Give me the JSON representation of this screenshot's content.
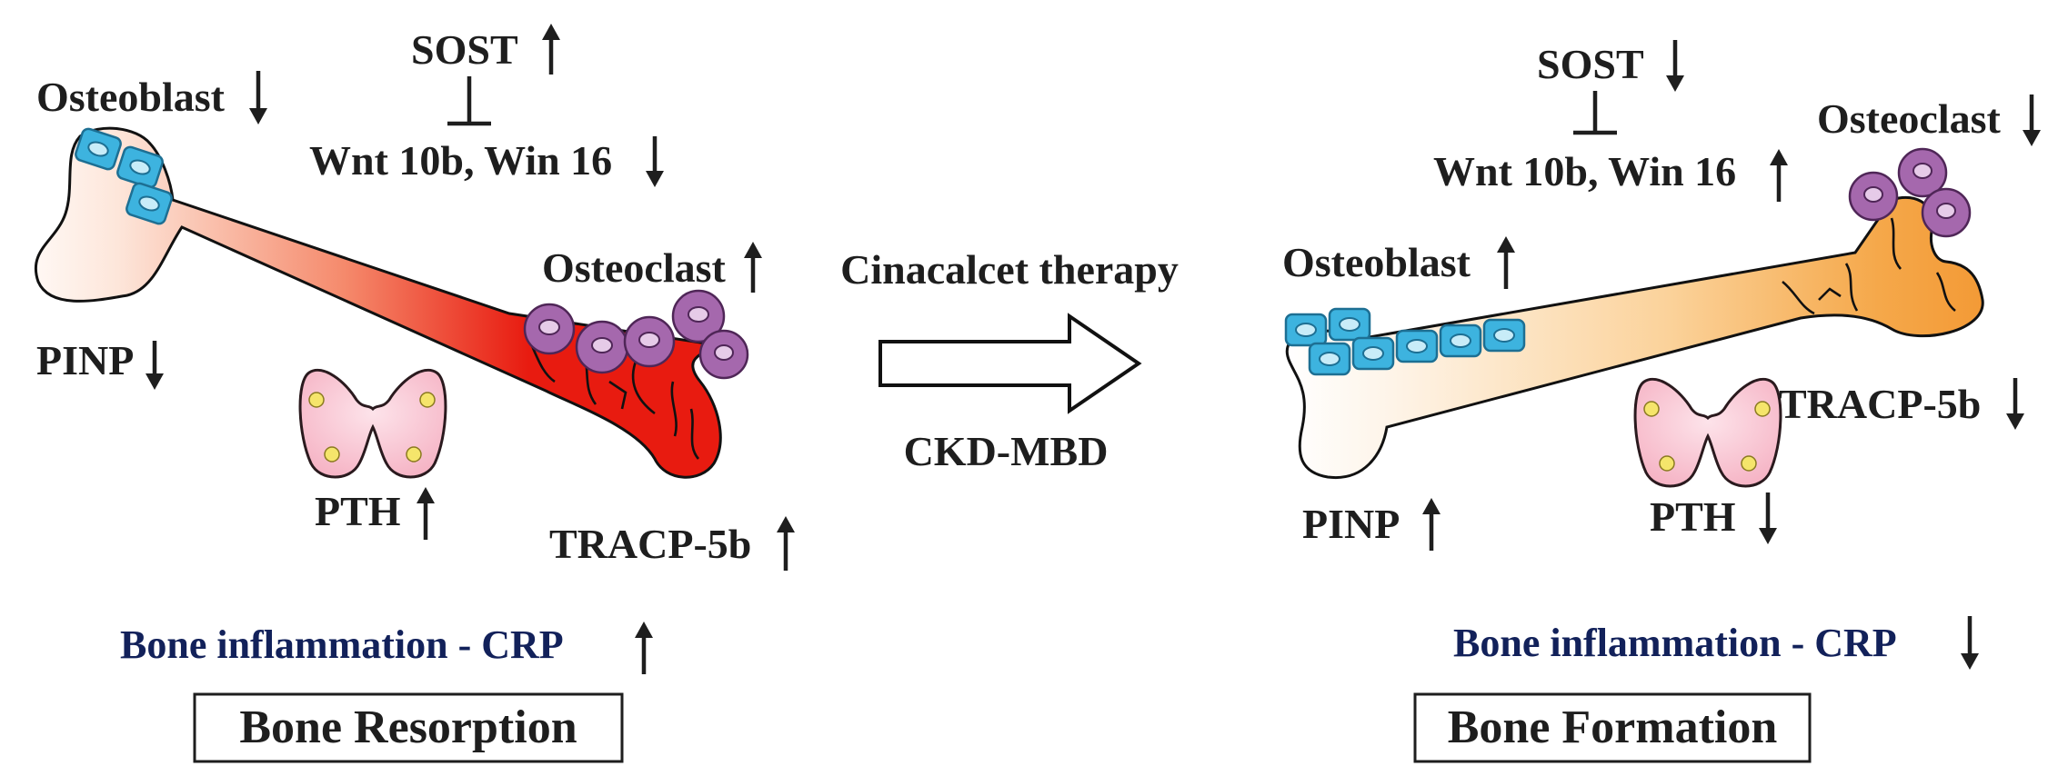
{
  "left_panel": {
    "sost": "SOST",
    "wnt": "Wnt 10b, Win 16",
    "osteoblast": "Osteoblast",
    "osteoclast": "Osteoclast",
    "pinp": "PINP",
    "pth": "PTH",
    "tracp": "TRACP-5b",
    "inflammation": "Bone inflammation - CRP",
    "box_title": "Bone Resorption"
  },
  "center": {
    "therapy": "Cinacalcet therapy",
    "condition": "CKD-MBD"
  },
  "right_panel": {
    "sost": "SOST",
    "wnt": "Wnt 10b, Win 16",
    "osteoblast": "Osteoblast",
    "osteoclast": "Osteoclast",
    "pinp": "PINP",
    "pth": "PTH",
    "tracp": "TRACP-5b",
    "inflammation": "Bone inflammation - CRP",
    "box_title": "Bone Formation"
  },
  "colors": {
    "resorption_bone_end": "#e81b10",
    "formation_bone_end": "#f39a36",
    "osteoblast": "#3db3df",
    "osteoclast": "#a568ad",
    "parathyroid": "#f5b8c6",
    "inflammation_text": "#12215a"
  },
  "icons": [
    "up-arrow-icon",
    "down-arrow-icon",
    "inhibition-icon",
    "block-arrow-icon",
    "parathyroid-gland-icon",
    "osteoblast-cell-icon",
    "osteoclast-cell-icon"
  ]
}
